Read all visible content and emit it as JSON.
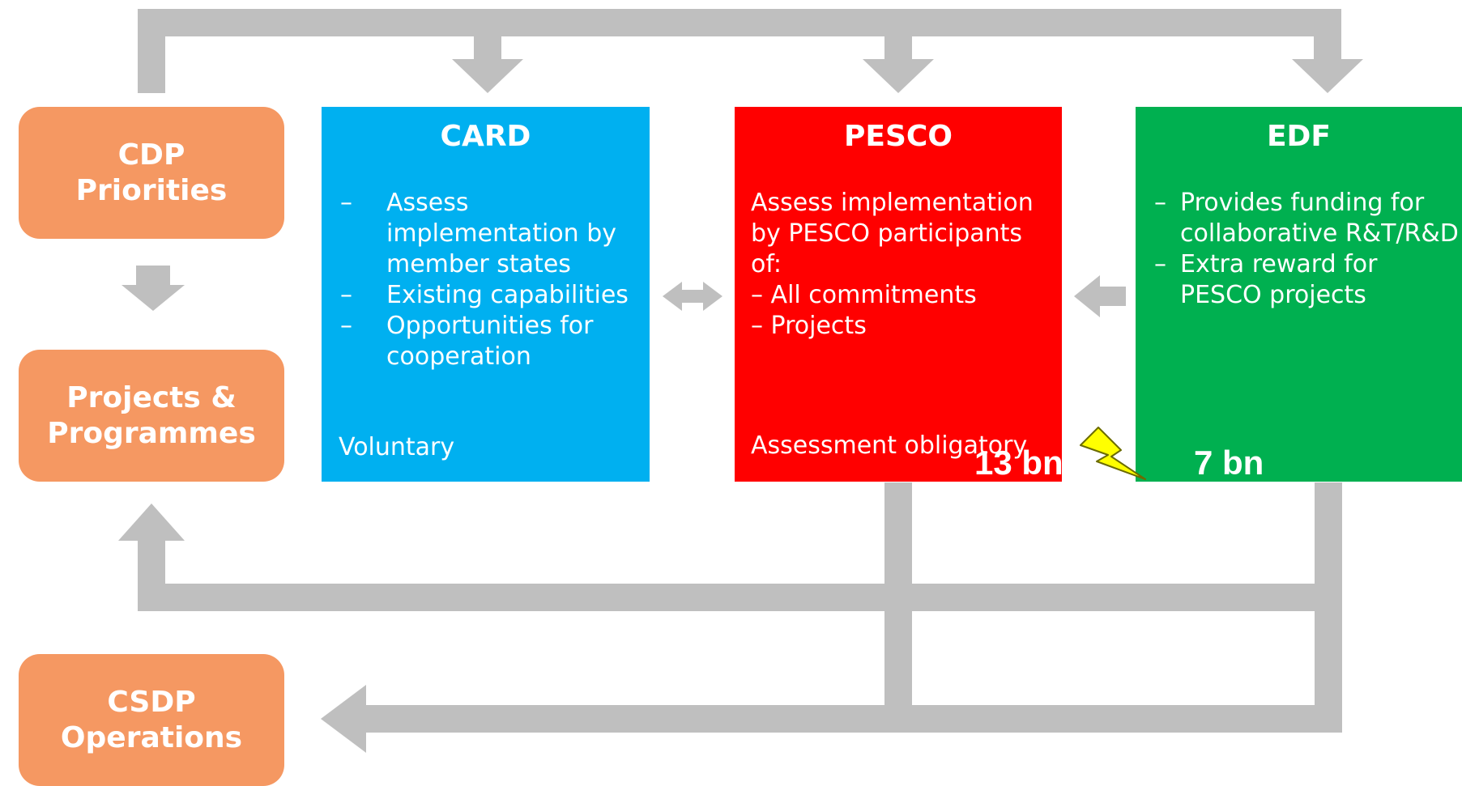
{
  "left_column": {
    "cdp_priorities": "CDP\nPriorities",
    "projects_programmes": "Projects &\nProgrammes",
    "csdp_operations": "CSDP\nOperations"
  },
  "card": {
    "title": "CARD",
    "items": [
      "Assess implementation by member states",
      "Existing capabilities",
      "Opportunities for cooperation"
    ],
    "note": "Voluntary"
  },
  "pesco": {
    "title": "PESCO",
    "intro": "Assess implementation by PESCO participants of:",
    "items": [
      "All commitments",
      "Projects"
    ],
    "note": "Assessment obligatory"
  },
  "edf": {
    "title": "EDF",
    "items": [
      "Provides funding for collaborative R&T/R&D",
      "Extra reward for PESCO projects"
    ]
  },
  "overlay": {
    "pesco_amount": "13 bn",
    "edf_amount": "7 bn",
    "lightning_icon": "lightning-bolt-icon"
  },
  "colors": {
    "orange": "#f59862",
    "card_blue": "#00b0f0",
    "pesco_red": "#ff0000",
    "edf_green": "#00b050",
    "connector_grey": "#bfbfbf",
    "lightning_yellow": "#ffff00"
  }
}
